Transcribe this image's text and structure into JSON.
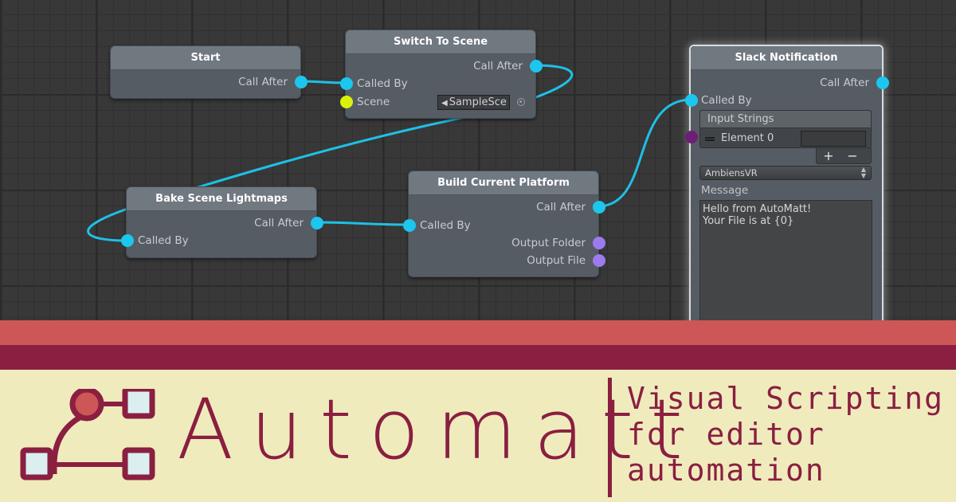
{
  "graph": {
    "nodes": {
      "start": {
        "title": "Start",
        "outputs": [
          "Call After"
        ]
      },
      "switch_scene": {
        "title": "Switch To Scene",
        "outputs": [
          "Call After"
        ],
        "inputs": [
          "Called By",
          "Scene"
        ],
        "scene_field": {
          "value": "SampleSce",
          "icon": "unity-icon"
        }
      },
      "bake": {
        "title": "Bake Scene Lightmaps",
        "outputs": [
          "Call After"
        ],
        "inputs": [
          "Called By"
        ]
      },
      "build": {
        "title": "Build Current Platform",
        "inputs": [
          "Called By"
        ],
        "outputs": [
          "Call After",
          "Output Folder",
          "Output File"
        ]
      },
      "slack": {
        "title": "Slack Notification",
        "outputs": [
          "Call After"
        ],
        "inputs": [
          "Called By"
        ],
        "input_strings": {
          "label": "Input Strings",
          "elements": [
            {
              "label": "Element 0",
              "value": ""
            }
          ],
          "add_label": "+",
          "remove_label": "−"
        },
        "workspace_select": {
          "value": "AmbiensVR"
        },
        "message_label": "Message",
        "message_value": "Hello from AutoMatt!\nYour File is at {0}"
      }
    },
    "connections": [
      {
        "from": "start.Call After",
        "to": "switch_scene.Called By"
      },
      {
        "from": "switch_scene.Call After",
        "to": "bake.Called By"
      },
      {
        "from": "bake.Call After",
        "to": "build.Called By"
      },
      {
        "from": "build.Call After",
        "to": "slack.Called By"
      }
    ]
  },
  "colors": {
    "exec_port": "#1bc7ef",
    "scene_port": "#d9f20a",
    "string_out_port": "#9d7af0",
    "string_in_port": "#6e1e76",
    "brand_primary": "#8a1f41",
    "brand_accent": "#cd5656",
    "banner_bg": "#f0ebbd"
  },
  "banner": {
    "wordmark": "Automatt",
    "tagline": [
      "Visual Scripting",
      "for editor",
      "automation"
    ],
    "logo_icon": "node-graph-icon"
  }
}
